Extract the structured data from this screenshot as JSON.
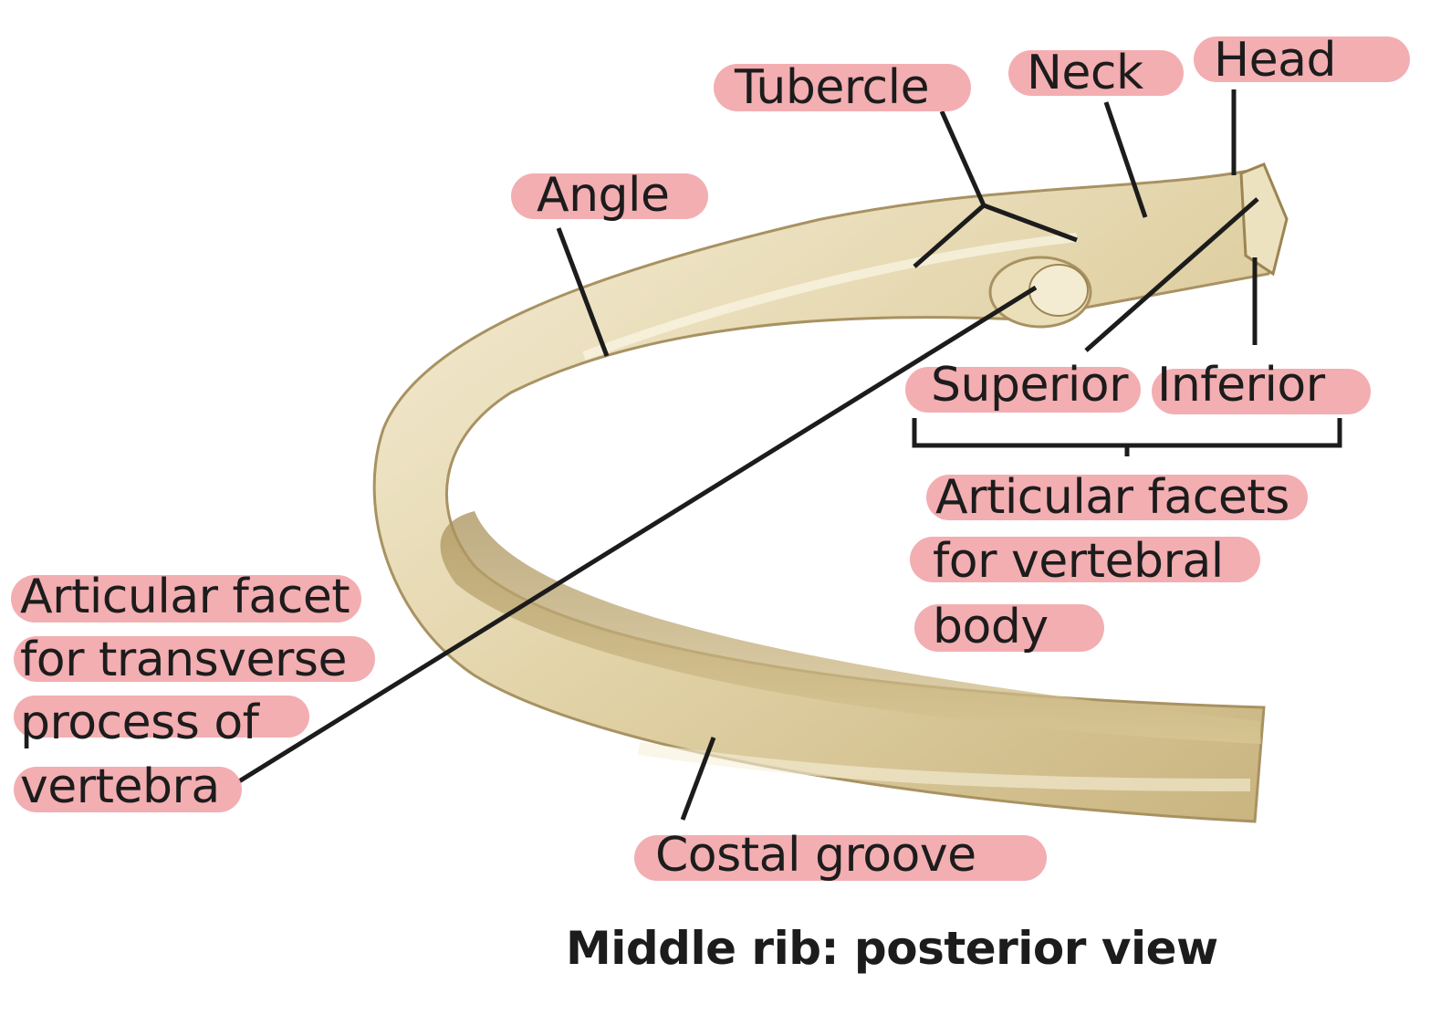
{
  "labels": {
    "tubercle": "Tubercle",
    "neck": "Neck",
    "head": "Head",
    "angle": "Angle",
    "superior": "Superior",
    "inferior": "Inferior",
    "articular_facets_vertebral_body": [
      "Articular facets",
      "for vertebral",
      "body"
    ],
    "articular_facet_transverse": [
      "Articular facet",
      "for transverse",
      "process of",
      "vertebra"
    ],
    "costal_groove": "Costal groove"
  },
  "caption": "Middle rib: posterior view",
  "colors": {
    "highlight": "#f2a7ab",
    "bone_light": "#f3ead0",
    "bone_mid": "#dccb9c",
    "bone_dark": "#b59f68",
    "line": "#1c1c1c"
  }
}
